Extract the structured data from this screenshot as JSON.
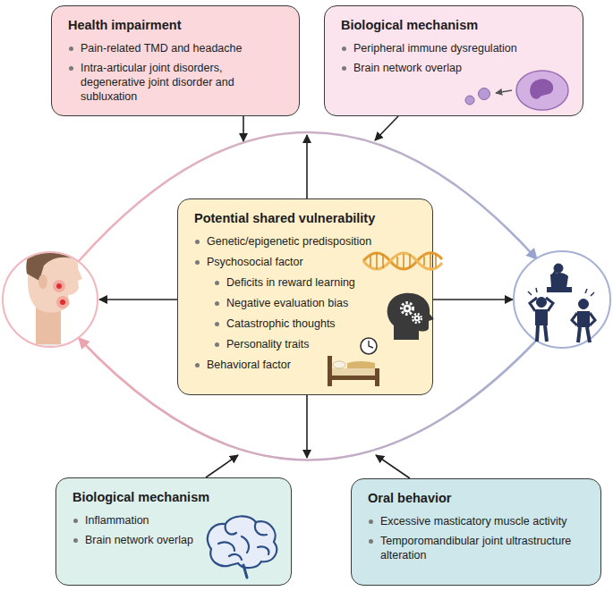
{
  "diagram": {
    "nodes": [
      {
        "text": [
          "Health impairment",
          "Pain-related TMD and headache",
          "Intra-articular joint disorders, degenerative joint disorder and subluxation"
        ]
      },
      {
        "text": [
          "Biological mechanism",
          "Peripheral immune dysregulation",
          "Brain network overlap"
        ]
      },
      {
        "text": [
          "Potential shared vulnerability",
          "Genetic/epigenetic predisposition",
          "Psychosocial factor",
          "Deficits in reward learning",
          "Negative evaluation bias",
          "Catastrophic thoughts",
          "Personality traits",
          "Behavioral factor"
        ]
      },
      {
        "text": [
          "Biological mechanism",
          "Inflammation",
          "Brain network overlap"
        ]
      },
      {
        "text": [
          "Oral behavior",
          "Excessive masticatory muscle activity",
          "Temporomandibular joint ultrastructure alteration"
        ]
      }
    ]
  }
}
